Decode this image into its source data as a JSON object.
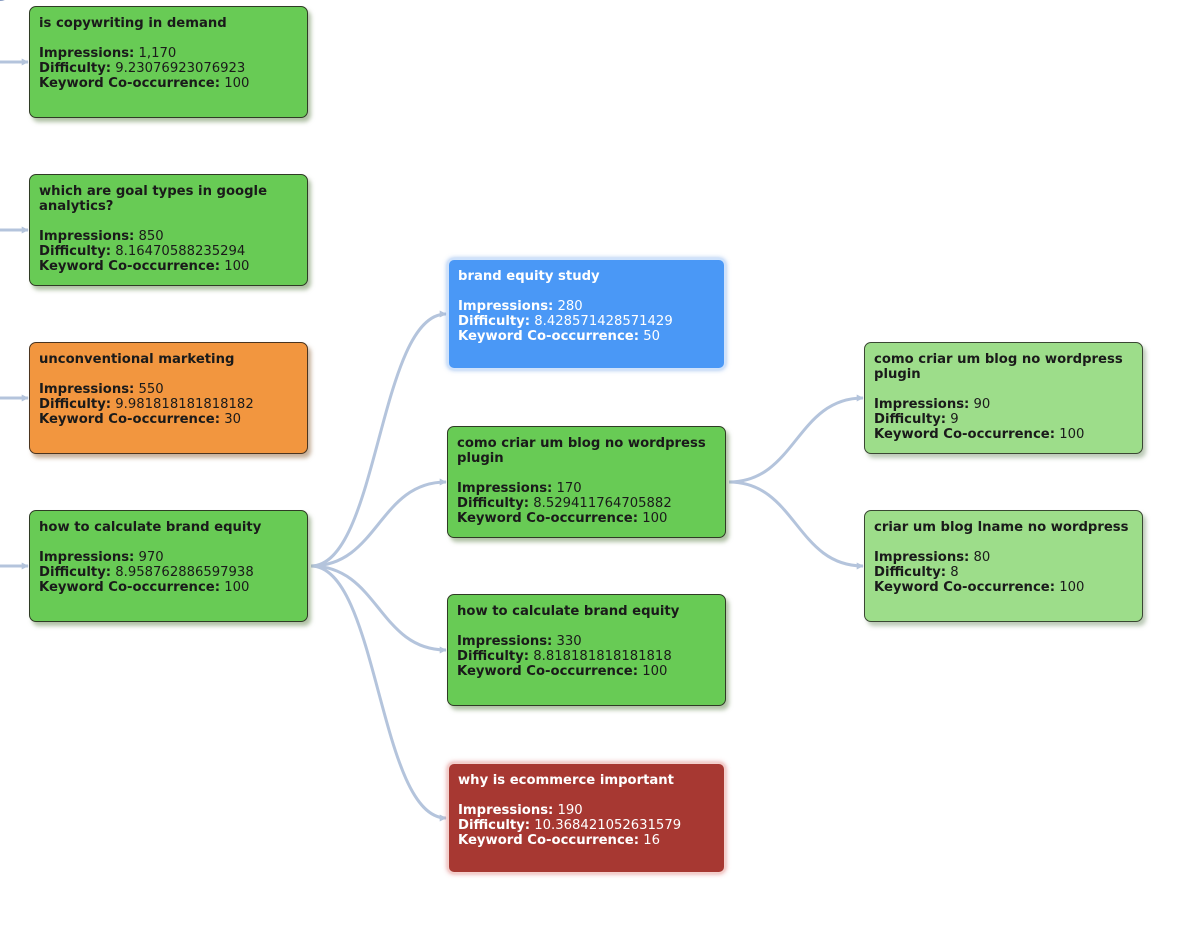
{
  "labels": {
    "impressions": "Impressions:",
    "difficulty": "Difficulty:",
    "cooccurrence": "Keyword Co-occurrence:"
  },
  "colors": {
    "green": "#68cb55",
    "light_green": "#9ddd8a",
    "orange": "#f2963f",
    "blue": "#4a98f6",
    "red": "#a73832",
    "edge": "#b4c4dc"
  },
  "nodes": [
    {
      "title": "is copywriting in demand",
      "impressions": "1,170",
      "difficulty": "9.23076923076923",
      "cooccurrence": "100",
      "color": "green"
    },
    {
      "title": "which are goal types in google analytics?",
      "impressions": "850",
      "difficulty": "8.16470588235294",
      "cooccurrence": "100",
      "color": "green"
    },
    {
      "title": "unconventional marketing",
      "impressions": "550",
      "difficulty": "9.981818181818182",
      "cooccurrence": "30",
      "color": "orange"
    },
    {
      "title": "how to calculate brand equity",
      "impressions": "970",
      "difficulty": "8.958762886597938",
      "cooccurrence": "100",
      "color": "green"
    },
    {
      "title": "brand equity study",
      "impressions": "280",
      "difficulty": "8.428571428571429",
      "cooccurrence": "50",
      "color": "blue"
    },
    {
      "title": "como criar um blog no wordpress plugin",
      "impressions": "170",
      "difficulty": "8.529411764705882",
      "cooccurrence": "100",
      "color": "green"
    },
    {
      "title": "how to calculate brand equity",
      "impressions": "330",
      "difficulty": "8.818181818181818",
      "cooccurrence": "100",
      "color": "green"
    },
    {
      "title": "why is ecommerce important",
      "impressions": "190",
      "difficulty": "10.368421052631579",
      "cooccurrence": "16",
      "color": "red"
    },
    {
      "title": "como criar um blog no wordpress plugin",
      "impressions": "90",
      "difficulty": "9",
      "cooccurrence": "100",
      "color": "light_green"
    },
    {
      "title": "criar um blog lname no wordpress",
      "impressions": "80",
      "difficulty": "8",
      "cooccurrence": "100",
      "color": "light_green"
    }
  ],
  "edges": [
    {
      "from": "root",
      "to": 0
    },
    {
      "from": "root",
      "to": 1
    },
    {
      "from": "root",
      "to": 2
    },
    {
      "from": "root",
      "to": 3
    },
    {
      "from": 3,
      "to": 4
    },
    {
      "from": 3,
      "to": 5
    },
    {
      "from": 3,
      "to": 6
    },
    {
      "from": 3,
      "to": 7
    },
    {
      "from": 5,
      "to": 8
    },
    {
      "from": 5,
      "to": 9
    }
  ]
}
